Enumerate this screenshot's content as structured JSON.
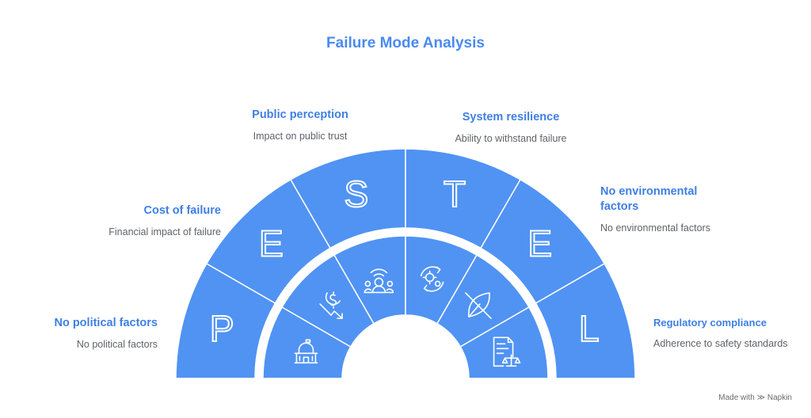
{
  "title": "Failure Mode Analysis",
  "colors": {
    "accent": "#5093f3",
    "title": "#4a8af0",
    "heading": "#3f7fe3",
    "text": "#5f6368"
  },
  "segments": [
    {
      "letter": "P",
      "heading": "No political factors",
      "description": "No political factors",
      "icon": "capitol-building-icon"
    },
    {
      "letter": "E",
      "heading": "Cost of failure",
      "description": "Financial impact of failure",
      "icon": "dollar-decline-icon"
    },
    {
      "letter": "S",
      "heading": "Public perception",
      "description": "Impact on public trust",
      "icon": "people-broadcast-icon"
    },
    {
      "letter": "T",
      "heading": "System resilience",
      "description": "Ability to withstand failure",
      "icon": "gears-cycle-icon"
    },
    {
      "letter": "E",
      "heading": "No environmental factors",
      "description": "No environmental factors",
      "icon": "crossed-leaf-icon"
    },
    {
      "letter": "L",
      "heading": "Regulatory compliance",
      "description": "Adherence to safety standards",
      "icon": "legal-document-icon"
    }
  ],
  "footer": "Made with ≫ Napkin"
}
